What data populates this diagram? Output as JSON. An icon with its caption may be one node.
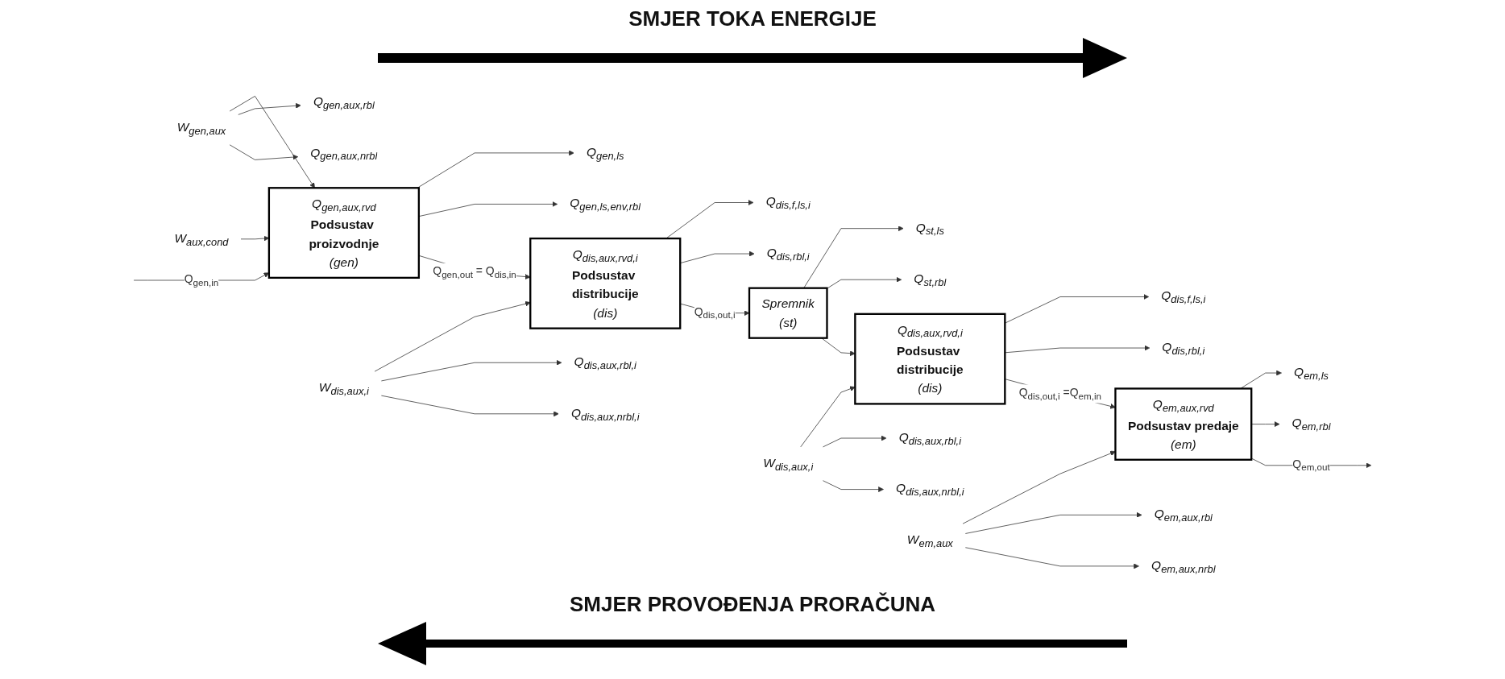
{
  "diagram": {
    "nodes": [
      {
        "text": [
          "Q$_{gen,aux,nrbl}$"
        ]
      },
      {
        "text": [
          "W$_{gen,aux}$"
        ]
      },
      {
        "text": [
          "Q$_{gen,aux,rbl}$"
        ]
      },
      {
        "text": [
          "W$_{aux,cond}$"
        ]
      },
      {
        "text": [
          "Q$_{gen,aux,rvd}$",
          "Podsustav proizvodnje",
          "(gen)"
        ]
      },
      {
        "text": [
          "Q$_{gen,ls,env,rbl}$"
        ]
      },
      {
        "text": [
          "Q$_{gen,ls}$"
        ]
      },
      {
        "text": [
          "Q$_{dis,aux,nrbl,i}$"
        ]
      },
      {
        "text": [
          "W$_{dis,aux,i}$"
        ]
      },
      {
        "text": [
          "Q$_{dis,aux,rbl,i}$"
        ]
      },
      {
        "text": [
          "Q$_{dis,aux,rvd,i}$",
          "Podsustav distribucije",
          "(dis)"
        ]
      },
      {
        "text": [
          "Q$_{dis,rbl,i}$"
        ]
      },
      {
        "text": [
          "Q$_{dis,f,ls,i}$"
        ]
      },
      {
        "text": [
          "Spremnik",
          "(st)"
        ]
      },
      {
        "text": [
          "Q$_{st,rbl}$"
        ]
      },
      {
        "text": [
          "Q$_{st,ls}$"
        ]
      },
      {
        "text": [
          "Q$_{dis,aux,nrbl,i}$"
        ]
      },
      {
        "text": [
          "W$_{dis,aux,i}$"
        ]
      },
      {
        "text": [
          "Q$_{dis,aux,rbl,i}$"
        ]
      },
      {
        "text": [
          "Q$_{dis,aux,rvd,i}$",
          "Podsustav distribucije",
          "(dis)"
        ]
      },
      {
        "text": [
          "Q$_{dis,rbl,i}$"
        ]
      },
      {
        "text": [
          "Q$_{dis,f,ls,i}$"
        ]
      },
      {
        "text": [
          "Q$_{em,aux,nrbl}$"
        ]
      },
      {
        "text": [
          "W$_{em,aux}$"
        ]
      },
      {
        "text": [
          "Q$_{em,aux,rbl}$"
        ]
      },
      {
        "text": [
          "Q$_{em,aux,rvd}$",
          "Podsustav predaje",
          "(em)"
        ]
      },
      {
        "text": [
          "Q$_{em,rbl}$"
        ]
      },
      {
        "text": [
          "Q$_{em,ls}$"
        ]
      }
    ],
    "edges": [
      {
        "from": 1,
        "to": 0,
        "arrow": "to"
      },
      {
        "from": 1,
        "to": 2,
        "arrow": "to"
      },
      {
        "from": 1,
        "to": 4,
        "arrow": "to"
      },
      {
        "from": 3,
        "to": 4,
        "arrow": "to"
      },
      {
        "from": null,
        "to": 4,
        "arrow": "to",
        "label": "Q$_{gen,in}$"
      },
      {
        "from": 4,
        "to": 10,
        "arrow": "to",
        "label": "Q$_{gen,out}$ = Q$_{dis,in}$"
      },
      {
        "from": 4,
        "to": 5,
        "arrow": "to"
      },
      {
        "from": 4,
        "to": 6,
        "arrow": "to"
      },
      {
        "from": 8,
        "to": 7,
        "arrow": "to"
      },
      {
        "from": 8,
        "to": 9,
        "arrow": "to"
      },
      {
        "from": 8,
        "to": 10,
        "arrow": "to"
      },
      {
        "from": 10,
        "to": 13,
        "arrow": "to",
        "label": "Q$_{dis,out,i}$"
      },
      {
        "from": 10,
        "to": 11,
        "arrow": "to"
      },
      {
        "from": 10,
        "to": 12,
        "arrow": "to"
      },
      {
        "from": 13,
        "to": 19,
        "arrow": "to"
      },
      {
        "from": 13,
        "to": 14,
        "arrow": "to"
      },
      {
        "from": 13,
        "to": 15,
        "arrow": "to"
      },
      {
        "from": 17,
        "to": 16,
        "arrow": "to"
      },
      {
        "from": 17,
        "to": 18,
        "arrow": "to"
      },
      {
        "from": 17,
        "to": 19,
        "arrow": "to"
      },
      {
        "from": 19,
        "to": 25,
        "arrow": "to",
        "label": "Q$_{dis,out,i}$ =Q$_{em,in}$"
      },
      {
        "from": 19,
        "to": 20,
        "arrow": "to"
      },
      {
        "from": 19,
        "to": 21,
        "arrow": "to"
      },
      {
        "from": 23,
        "to": 22,
        "arrow": "to"
      },
      {
        "from": 23,
        "to": 24,
        "arrow": "to"
      },
      {
        "from": 23,
        "to": 25,
        "arrow": "to"
      },
      {
        "from": 25,
        "to": null,
        "arrow": "to",
        "label": "Q$_{em,out}$"
      },
      {
        "from": 25,
        "to": 26,
        "arrow": "to"
      },
      {
        "from": 25,
        "to": 27,
        "arrow": "to"
      }
    ],
    "labels": [
      "SMJER TOKA ENERGIJE",
      "SMJER PROVOĐENJA PRORAČUNA"
    ]
  }
}
